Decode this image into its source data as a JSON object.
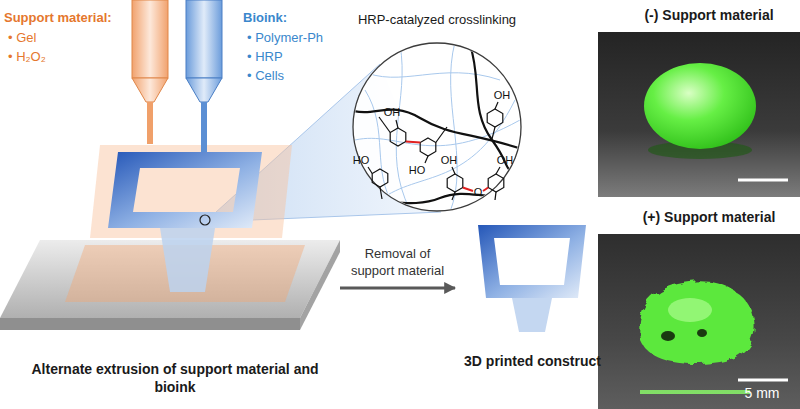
{
  "diagram": {
    "nodes": [
      {
        "text": [
          "Support material:",
          "• Gel",
          "• H₂O₂"
        ]
      },
      {
        "text": [
          "Bioink:",
          "• Polymer-Ph",
          "• HRP",
          "• Cells"
        ]
      },
      {
        "text": [
          "Alternate extrusion of support material and bioink"
        ]
      },
      {
        "text": [
          "HRP-catalyzed crosslinking"
        ]
      },
      {
        "text": [
          "3D printed construct"
        ]
      },
      {
        "text": [
          "(-) Support material"
        ]
      },
      {
        "text": [
          "(+) Support material",
          "5 mm"
        ]
      }
    ],
    "edges": [
      {
        "from": 2,
        "to": 4,
        "label": "Removal of support material",
        "arrow": "to"
      }
    ],
    "labels": [
      "OH",
      "OH",
      "HO",
      "OH",
      "OH",
      "HO",
      "O"
    ]
  }
}
